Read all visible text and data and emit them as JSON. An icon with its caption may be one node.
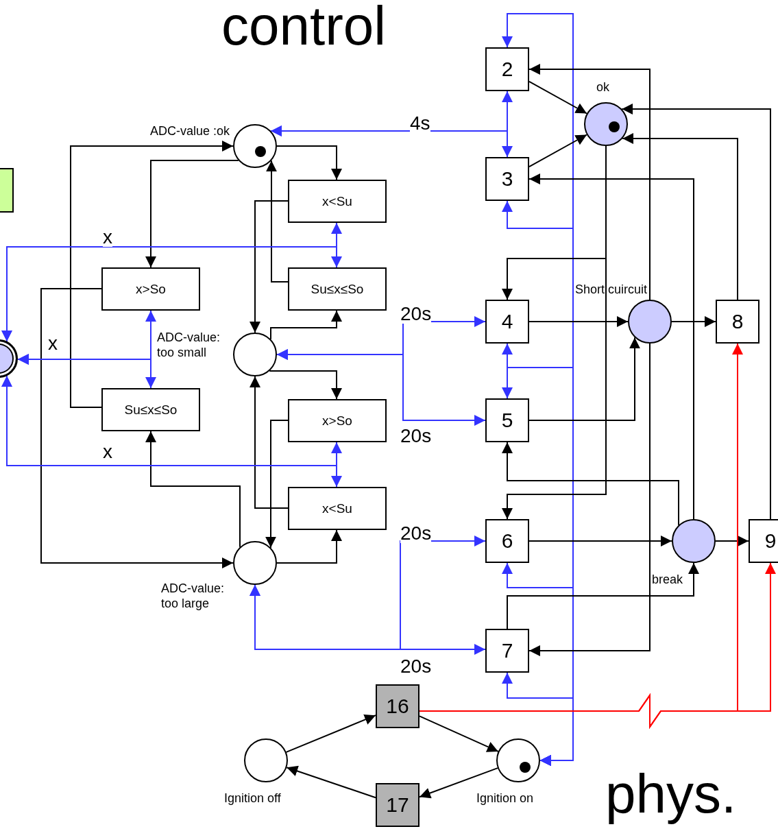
{
  "diagram": {
    "nodes": [
      {
        "text": [],
        "shape": "box"
      },
      {
        "text": [],
        "shape": "circle"
      },
      {
        "text": [],
        "shape": "circle",
        "beside": [
          "ADC-value :ok"
        ]
      },
      {
        "text": [
          "x<Su"
        ]
      },
      {
        "text": [
          "Su≤x≤So"
        ]
      },
      {
        "text": [
          "x>So"
        ]
      },
      {
        "text": [],
        "shape": "circle",
        "beside": [
          "ADC-value: too small"
        ]
      },
      {
        "text": [
          "Su≤x≤So"
        ]
      },
      {
        "text": [
          "x>So"
        ]
      },
      {
        "text": [
          "x<Su"
        ]
      },
      {
        "text": [],
        "shape": "circle",
        "beside": [
          "ADC-value: too large"
        ]
      },
      {
        "text": [
          "2"
        ]
      },
      {
        "text": [],
        "shape": "circle",
        "beside": [
          "ok"
        ]
      },
      {
        "text": [
          "3"
        ]
      },
      {
        "text": [
          "4"
        ]
      },
      {
        "text": [],
        "shape": "circle",
        "beside": [
          "Short cuircuit"
        ]
      },
      {
        "text": [
          "8"
        ]
      },
      {
        "text": [
          "5"
        ]
      },
      {
        "text": [
          "6"
        ]
      },
      {
        "text": [],
        "shape": "circle",
        "beside": [
          "break"
        ]
      },
      {
        "text": [
          "9"
        ]
      },
      {
        "text": [
          "7"
        ]
      },
      {
        "text": [
          "16"
        ]
      },
      {
        "text": [],
        "shape": "circle",
        "beside": [
          "Ignition off"
        ]
      },
      {
        "text": [],
        "shape": "circle",
        "beside": [
          "Ignition on"
        ]
      },
      {
        "text": [
          "17"
        ]
      }
    ],
    "edges": [
      {
        "from": 2,
        "to": 3,
        "arrow": "to"
      },
      {
        "from": 2,
        "to": 5,
        "arrow": "to"
      },
      {
        "from": 3,
        "to": 6,
        "arrow": "to"
      },
      {
        "from": 4,
        "to": 2,
        "arrow": "to"
      },
      {
        "from": 5,
        "to": 10,
        "arrow": "to"
      },
      {
        "from": 7,
        "to": 2,
        "arrow": "to"
      },
      {
        "from": 6,
        "to": 4,
        "arrow": "to"
      },
      {
        "from": 6,
        "to": 8,
        "arrow": "to"
      },
      {
        "from": 8,
        "to": 10,
        "arrow": "to"
      },
      {
        "from": 9,
        "to": 6,
        "arrow": "to"
      },
      {
        "from": 10,
        "to": 9,
        "arrow": "to"
      },
      {
        "from": 10,
        "to": 7,
        "arrow": "to"
      },
      {
        "from": 1,
        "to": 3,
        "arrow": "both",
        "label": "x",
        "color": "#3333ff"
      },
      {
        "from": 1,
        "to": 4,
        "arrow": "both",
        "color": "#3333ff"
      },
      {
        "from": 1,
        "to": 5,
        "arrow": "both",
        "label": "x",
        "color": "#3333ff"
      },
      {
        "from": 1,
        "to": 7,
        "arrow": "both",
        "color": "#3333ff"
      },
      {
        "from": 1,
        "to": 8,
        "arrow": "both",
        "label": "x",
        "color": "#3333ff"
      },
      {
        "from": 1,
        "to": 9,
        "arrow": "both",
        "color": "#3333ff"
      },
      {
        "from": 2,
        "to": 11,
        "arrow": "both",
        "label": "4s",
        "color": "#3333ff"
      },
      {
        "from": 2,
        "to": 13,
        "arrow": "both",
        "color": "#3333ff"
      },
      {
        "from": 6,
        "to": 14,
        "arrow": "both",
        "label": "20s",
        "color": "#3333ff"
      },
      {
        "from": 6,
        "to": 17,
        "arrow": "both",
        "label": "20s",
        "color": "#3333ff"
      },
      {
        "from": 10,
        "to": 18,
        "arrow": "both",
        "label": "20s",
        "color": "#3333ff"
      },
      {
        "from": 10,
        "to": 21,
        "arrow": "both",
        "label": "20s",
        "color": "#3333ff"
      },
      {
        "from": 24,
        "to": 11,
        "arrow": "both",
        "color": "#3333ff"
      },
      {
        "from": 24,
        "to": 13,
        "arrow": "both",
        "color": "#3333ff"
      },
      {
        "from": 24,
        "to": 14,
        "arrow": "both",
        "color": "#3333ff"
      },
      {
        "from": 24,
        "to": 17,
        "arrow": "both",
        "color": "#3333ff"
      },
      {
        "from": 24,
        "to": 18,
        "arrow": "both",
        "color": "#3333ff"
      },
      {
        "from": 24,
        "to": 21,
        "arrow": "both",
        "color": "#3333ff"
      },
      {
        "from": 11,
        "to": 12,
        "arrow": "to"
      },
      {
        "from": 13,
        "to": 12,
        "arrow": "to"
      },
      {
        "from": 15,
        "to": 11,
        "arrow": "to"
      },
      {
        "from": 19,
        "to": 13,
        "arrow": "to"
      },
      {
        "from": 12,
        "to": 14,
        "arrow": "to"
      },
      {
        "from": 12,
        "to": 18,
        "arrow": "to"
      },
      {
        "from": 14,
        "to": 15,
        "arrow": "to"
      },
      {
        "from": 17,
        "to": 15,
        "arrow": "to"
      },
      {
        "from": 15,
        "to": 16,
        "arrow": "to"
      },
      {
        "from": 15,
        "to": 21,
        "arrow": "to"
      },
      {
        "from": 16,
        "to": 12,
        "arrow": "to"
      },
      {
        "from": 20,
        "to": 12,
        "arrow": "to"
      },
      {
        "from": 18,
        "to": 19,
        "arrow": "to"
      },
      {
        "from": 19,
        "to": 17,
        "arrow": "to"
      },
      {
        "from": 21,
        "to": 19,
        "arrow": "to"
      },
      {
        "from": 19,
        "to": 20,
        "arrow": "to"
      },
      {
        "from": 23,
        "to": 22,
        "arrow": "to"
      },
      {
        "from": 22,
        "to": 24,
        "arrow": "to"
      },
      {
        "from": 24,
        "to": 25,
        "arrow": "to"
      },
      {
        "from": 25,
        "to": 23,
        "arrow": "to"
      },
      {
        "from": 22,
        "to": 16,
        "arrow": "to",
        "color": "#ff0000"
      },
      {
        "from": 22,
        "to": 20,
        "arrow": "to",
        "color": "#ff0000"
      }
    ],
    "labels": [
      "control",
      "phys."
    ]
  }
}
